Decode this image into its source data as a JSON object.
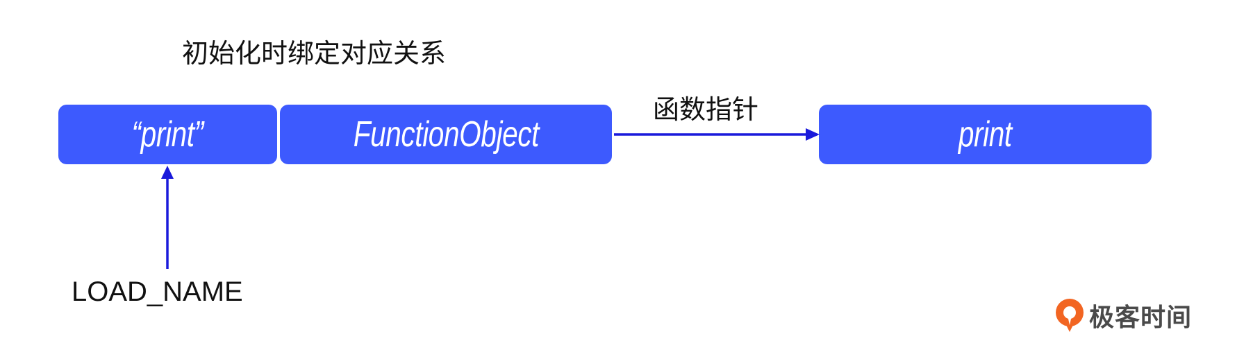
{
  "diagram": {
    "title": "初始化时绑定对应关系",
    "key_box_label": "“print”",
    "value_box_label": "FunctionObject",
    "target_box_label": "print",
    "pointer_label": "函数指针",
    "opcode_label": "LOAD_NAME",
    "box_color": "#3d5afe",
    "arrow_color": "#1a1adb"
  },
  "brand": {
    "name": "极客时间",
    "logo_icon": "geektime-logo-icon",
    "logo_color": "#f26522"
  }
}
